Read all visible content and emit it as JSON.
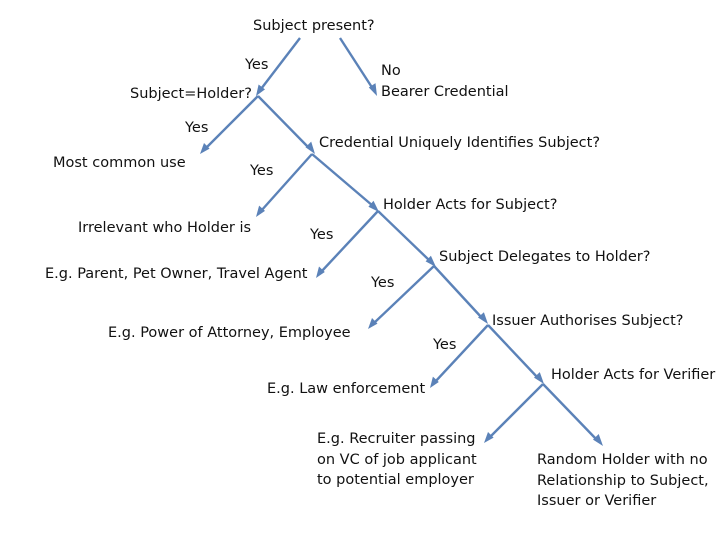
{
  "nodes": {
    "subject_present": "Subject present?",
    "bearer": "No\nBearer Credential",
    "subject_holder": "Subject=Holder?",
    "most_common": "Most common use",
    "uniquely_identifies": "Credential Uniquely Identifies Subject?",
    "irrelevant": "Irrelevant who Holder is",
    "holder_acts_subject": "Holder Acts for Subject?",
    "parent": "E.g. Parent, Pet Owner, Travel Agent",
    "delegates": "Subject Delegates to Holder?",
    "power_attorney": "E.g. Power of Attorney, Employee",
    "issuer_authorises": "Issuer Authorises Subject?",
    "law": "E.g. Law enforcement",
    "holder_acts_verifier": "Holder Acts for Verifier",
    "recruiter": "E.g. Recruiter passing\non VC of job applicant\nto potential employer",
    "random_holder": "Random Holder with no\nRelationship to Subject,\nIssuer or Verifier"
  },
  "edge_labels": {
    "yes1": "Yes",
    "yes2": "Yes",
    "yes3": "Yes",
    "yes4": "Yes",
    "yes5": "Yes",
    "yes6": "Yes"
  },
  "colors": {
    "arrow": "#5b82b8",
    "text": "#111111"
  }
}
